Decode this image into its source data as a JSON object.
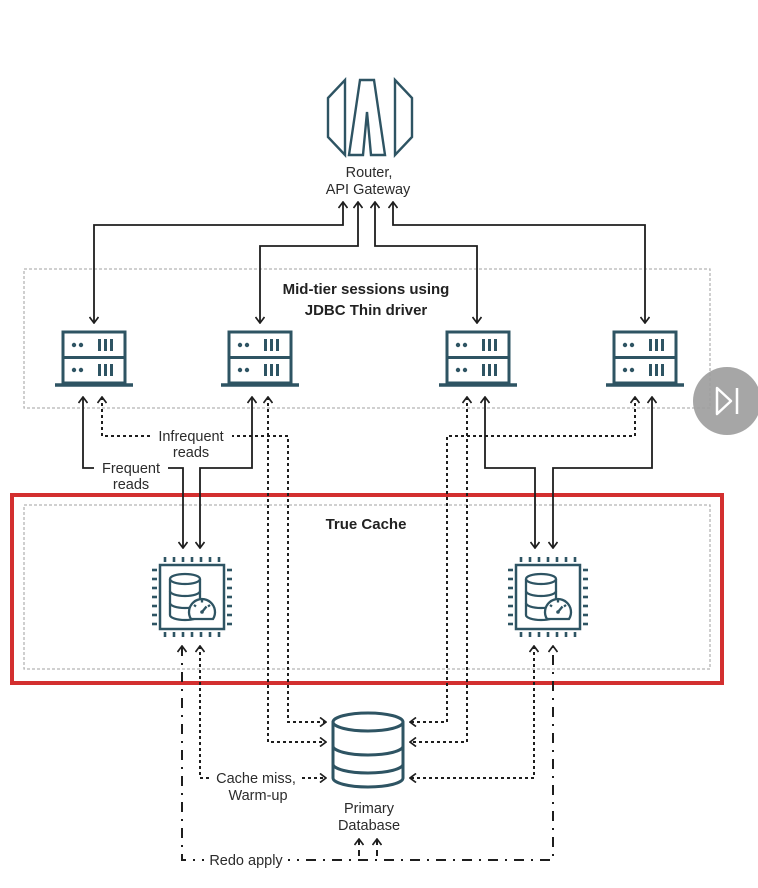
{
  "router": {
    "icon": "router-gateway-icon",
    "label_line1": "Router,",
    "label_line2": "API Gateway"
  },
  "mid_tier": {
    "title_line1": "Mid-tier sessions using",
    "title_line2": "JDBC Thin driver",
    "server_icon": "app-server-icon",
    "server_count": 4
  },
  "flows": {
    "infrequent_line1": "Infrequent",
    "infrequent_line2": "reads",
    "frequent_line1": "Frequent",
    "frequent_line2": "reads",
    "cache_miss_line1": "Cache miss,",
    "cache_miss_line2": "Warm-up",
    "redo": "Redo apply"
  },
  "true_cache": {
    "title": "True Cache",
    "node_icon": "cache-chip-database-gauge-icon",
    "node_count": 2
  },
  "primary_db": {
    "icon": "database-cylinder-icon",
    "label_line1": "Primary",
    "label_line2": "Database"
  },
  "player": {
    "button_icon": "skip-next-icon"
  },
  "colors": {
    "line": "#1e1e1e",
    "icon": "#2e5463",
    "highlight": "#d32f2f",
    "group_border": "#b5b5b5",
    "player_button": "#9e9e9e"
  }
}
